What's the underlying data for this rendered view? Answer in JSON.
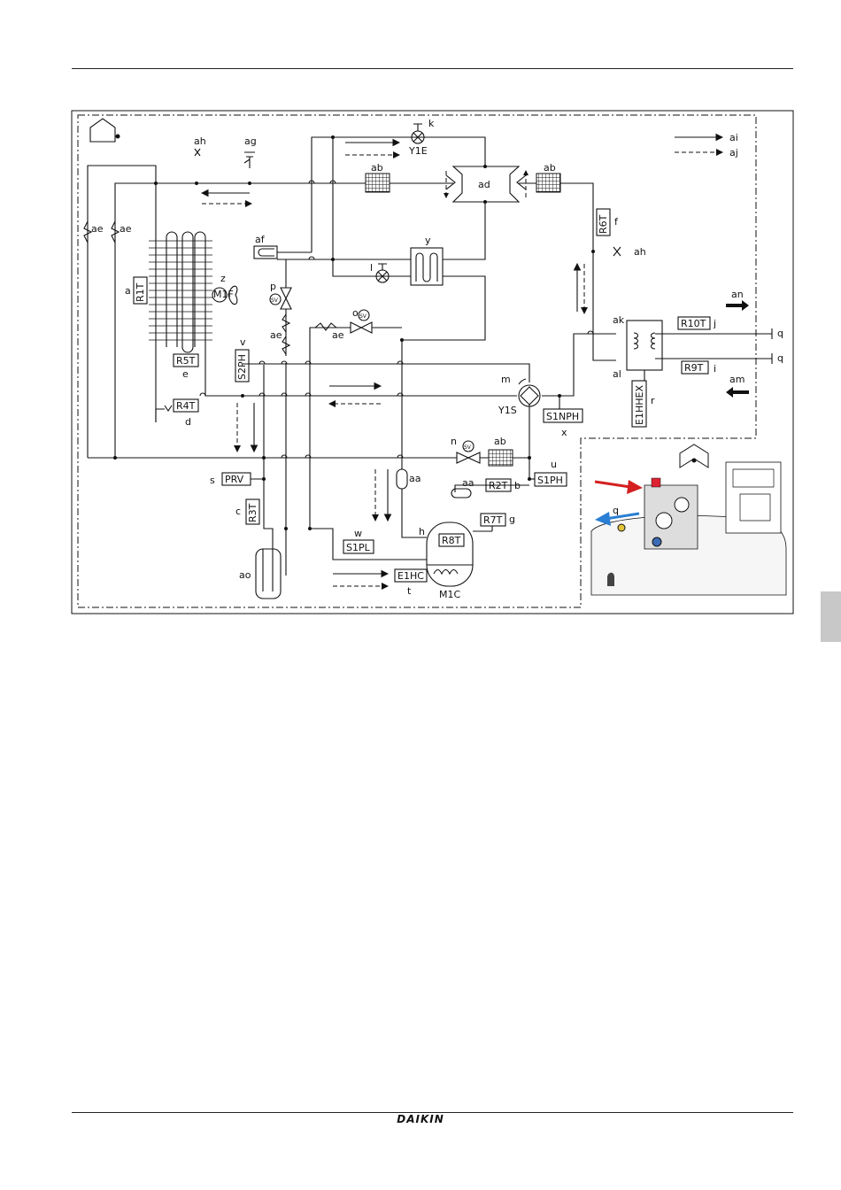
{
  "footer": {
    "brand": "DAIKIN"
  },
  "legend": {
    "ai": "ai",
    "aj": "aj",
    "an": "an",
    "am": "am"
  },
  "labels": {
    "ah1": "ah",
    "ag": "ag",
    "ah2": "ah",
    "k": "k",
    "y1e": "Y1E",
    "ab1": "ab",
    "ab2": "ab",
    "ab3": "ab",
    "ad": "ad",
    "f": "f",
    "ae1": "ae",
    "ae2": "ae",
    "ae3": "ae",
    "ae4": "ae",
    "af": "af",
    "y": "y",
    "l": "l",
    "z": "z",
    "p": "p",
    "o": "o",
    "a": "a",
    "e": "e",
    "d": "d",
    "v": "v",
    "ak": "ak",
    "al": "al",
    "j": "j",
    "i": "i",
    "q1": "q",
    "q2": "q",
    "q3": "q",
    "r": "r",
    "m": "m",
    "y1s": "Y1S",
    "x": "x",
    "n": "n",
    "aa1": "aa",
    "aa2": "aa",
    "u": "u",
    "b": "b",
    "s": "s",
    "c": "c",
    "w": "w",
    "h": "h",
    "g": "g",
    "ao": "ao",
    "t": "t",
    "m1c": "M1C",
    "m1f": "M1F",
    "sv": "SV"
  },
  "components": {
    "r1t": "R1T",
    "r5t": "R5T",
    "r4t": "R4T",
    "s2ph": "S2PH",
    "r6t": "R6T",
    "r10t": "R10T",
    "r9t": "R9T",
    "e1hhex": "E1HHEX",
    "s1nph": "S1NPH",
    "prv": "PRV",
    "r2t": "R2T",
    "s1ph": "S1PH",
    "r3t": "R3T",
    "r7t": "R7T",
    "s1pl": "S1PL",
    "r8t": "R8T",
    "e1hc": "E1HC"
  }
}
